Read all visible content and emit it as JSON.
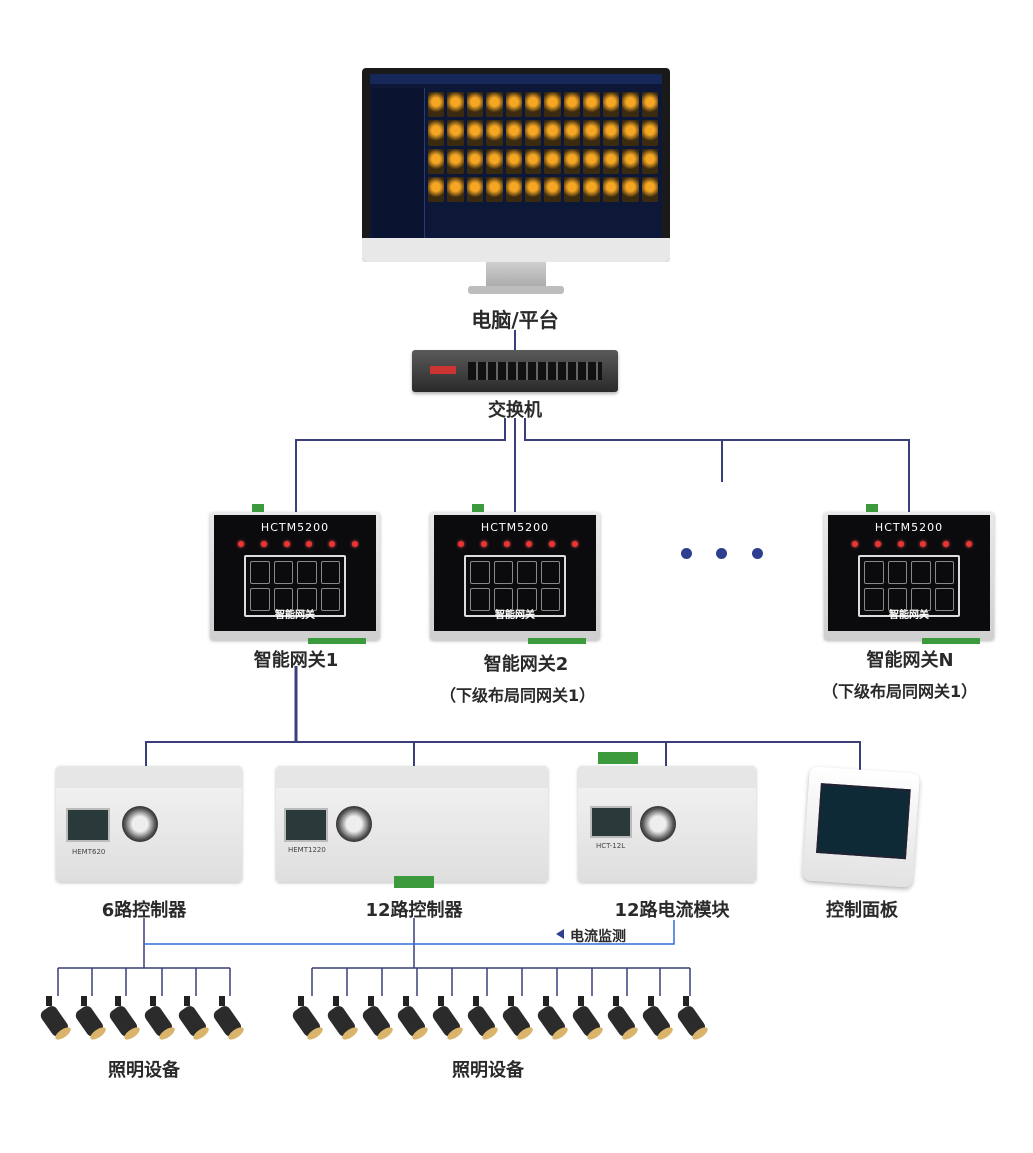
{
  "nodes": {
    "computer": "电脑/平台",
    "switch": "交换机",
    "gateway1": "智能网关1",
    "gateway2": "智能网关2",
    "gateway2_note": "（下级布局同网关1）",
    "gatewayN": "智能网关N",
    "gatewayN_note": "（下级布局同网关1）",
    "controller6": "6路控制器",
    "controller12": "12路控制器",
    "current_module": "12路电流模块",
    "control_panel": "控制面板",
    "lighting_left": "照明设备",
    "lighting_right": "照明设备"
  },
  "device_text": {
    "gateway_model": "HCTM5200",
    "gateway_name": "智能网关",
    "controller6_model": "HEMT620",
    "controller12_model": "HEMT1220",
    "current_model": "HCT-12L"
  },
  "edges": {
    "current_monitor": "电流监测"
  },
  "colors": {
    "line": "#3a3f7a",
    "monitor_line": "#2f6fd6",
    "dot": "#2f3f8f"
  },
  "lamps": {
    "left_count": 6,
    "right_count": 12
  }
}
